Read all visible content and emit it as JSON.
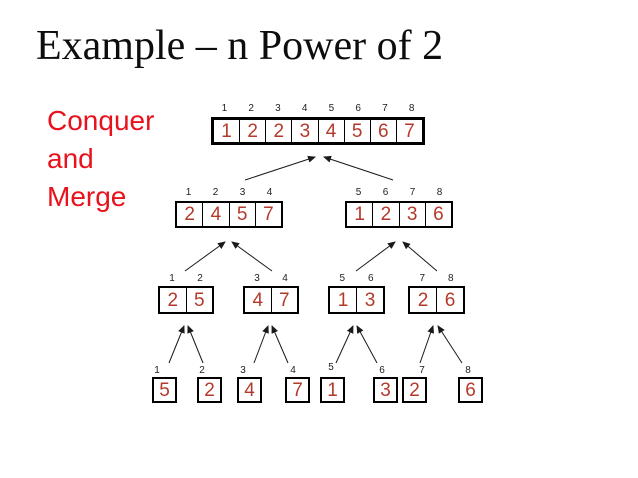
{
  "slide": {
    "title": "Example – n Power of 2",
    "side_label": "Conquer and Merge"
  },
  "colors": {
    "cell_value": "#b33a2b",
    "side_label": "#e8121c",
    "index_label": "#222222",
    "box_border": "#000000",
    "arrow": "#1a1a1a",
    "title": "#0d0d0d",
    "background": "#ffffff"
  },
  "tree": {
    "levels": [
      {
        "name": "merged-array",
        "groups": [
          {
            "indices": [
              "1",
              "2",
              "3",
              "4",
              "5",
              "6",
              "7",
              "8"
            ],
            "values": [
              "1",
              "2",
              "2",
              "3",
              "4",
              "5",
              "6",
              "7"
            ]
          }
        ]
      },
      {
        "name": "half-arrays",
        "groups": [
          {
            "indices": [
              "1",
              "2",
              "3",
              "4"
            ],
            "values": [
              "2",
              "4",
              "5",
              "7"
            ]
          },
          {
            "indices": [
              "5",
              "6",
              "7",
              "8"
            ],
            "values": [
              "1",
              "2",
              "3",
              "6"
            ]
          }
        ]
      },
      {
        "name": "pair-arrays",
        "groups": [
          {
            "indices": [
              "1",
              "2"
            ],
            "values": [
              "2",
              "5"
            ]
          },
          {
            "indices": [
              "3",
              "4"
            ],
            "values": [
              "4",
              "7"
            ]
          },
          {
            "indices": [
              "5",
              "6"
            ],
            "values": [
              "1",
              "3"
            ]
          },
          {
            "indices": [
              "7",
              "8"
            ],
            "values": [
              "2",
              "6"
            ]
          }
        ]
      },
      {
        "name": "single-elements",
        "groups": [
          {
            "indices": [
              "1"
            ],
            "values": [
              "5"
            ]
          },
          {
            "indices": [
              "2"
            ],
            "values": [
              "2"
            ]
          },
          {
            "indices": [
              "3"
            ],
            "values": [
              "4"
            ]
          },
          {
            "indices": [
              "4"
            ],
            "values": [
              "7"
            ]
          },
          {
            "indices": [
              "5"
            ],
            "values": [
              "1"
            ]
          },
          {
            "indices": [
              "6"
            ],
            "values": [
              "3"
            ]
          },
          {
            "indices": [
              "7"
            ],
            "values": [
              "2"
            ]
          },
          {
            "indices": [
              "8"
            ],
            "values": [
              "6"
            ]
          }
        ]
      }
    ]
  }
}
